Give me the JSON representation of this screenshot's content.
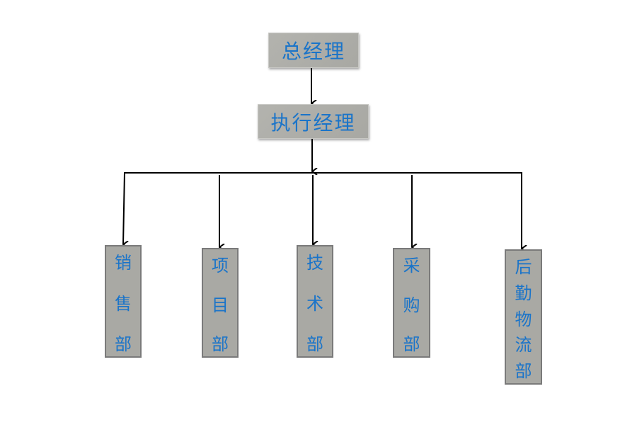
{
  "top": {
    "label": "总经理"
  },
  "exec": {
    "label": "执行经理"
  },
  "departments": [
    {
      "chars": [
        "销",
        "售",
        "部"
      ]
    },
    {
      "chars": [
        "项",
        "目",
        "部"
      ]
    },
    {
      "chars": [
        "技",
        "术",
        "部"
      ]
    },
    {
      "chars": [
        "采",
        "购",
        "部"
      ]
    },
    {
      "chars": [
        "后",
        "勤",
        "物",
        "流",
        "部"
      ]
    }
  ],
  "colors": {
    "text": "#1a74c9",
    "box": "#a9a9a4",
    "line": "#000000"
  }
}
